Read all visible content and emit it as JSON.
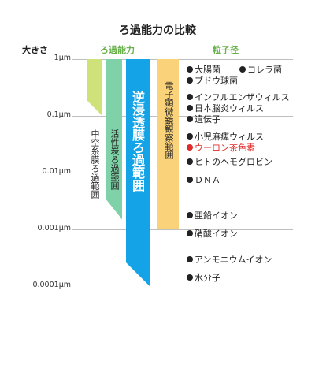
{
  "title": "ろ過能力の比較",
  "headers": {
    "size": "大きさ",
    "filter": "ろ過能力",
    "particle": "粒子径"
  },
  "axis_ticks": [
    {
      "label": "1μm",
      "value": 1
    },
    {
      "label": "0.1μm",
      "value": 0.1
    },
    {
      "label": "0.01μm",
      "value": 0.01
    },
    {
      "label": "0.001μm",
      "value": 0.001
    },
    {
      "label": "0.0001μm",
      "value": 0.0001
    }
  ],
  "filters": [
    {
      "name": "中空糸膜ろ過範囲",
      "color": "#cfe27a",
      "min_um": 0.1,
      "max_um": 1
    },
    {
      "name": "活性炭ろ過範囲",
      "color": "#7fd1a8",
      "min_um": 0.0015,
      "max_um": 1
    },
    {
      "name": "逆浸透膜ろ過範囲",
      "color": "#13a3e6",
      "min_um": 0.0001,
      "max_um": 1
    },
    {
      "name": "電子顕微鏡観察範囲",
      "color": "#fad27a",
      "min_um": 0.001,
      "max_um": 1
    }
  ],
  "particles": [
    {
      "label": "大腸菌",
      "highlight": false
    },
    {
      "label": "コレラ菌",
      "highlight": false
    },
    {
      "label": "ブドウ球菌",
      "highlight": false
    },
    {
      "label": "インフルエンザウィルス",
      "highlight": false
    },
    {
      "label": "日本脳炎ウィルス",
      "highlight": false
    },
    {
      "label": "遺伝子",
      "highlight": false
    },
    {
      "label": "小児麻痺ウィルス",
      "highlight": false
    },
    {
      "label": "ウーロン茶色素",
      "highlight": true
    },
    {
      "label": "ヒトのヘモグロビン",
      "highlight": false
    },
    {
      "label": "ＤＮＡ",
      "highlight": false
    },
    {
      "label": "亜鉛イオン",
      "highlight": false
    },
    {
      "label": "硝酸イオン",
      "highlight": false
    },
    {
      "label": "アンモニウムイオン",
      "highlight": false
    },
    {
      "label": "水分子",
      "highlight": false
    }
  ]
}
